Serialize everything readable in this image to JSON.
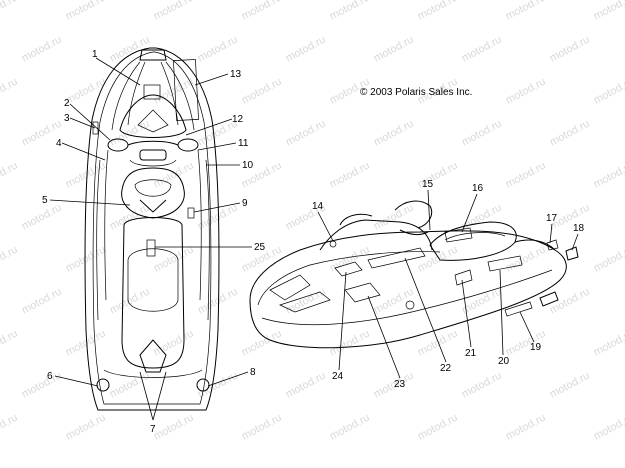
{
  "watermark": "motod.ru",
  "copyright": "© 2003 Polaris Sales Inc.",
  "callouts": [
    "1",
    "2",
    "3",
    "4",
    "5",
    "6",
    "7",
    "8",
    "9",
    "10",
    "11",
    "12",
    "13",
    "14",
    "15",
    "16",
    "17",
    "18",
    "19",
    "20",
    "21",
    "22",
    "23",
    "24",
    "25"
  ]
}
